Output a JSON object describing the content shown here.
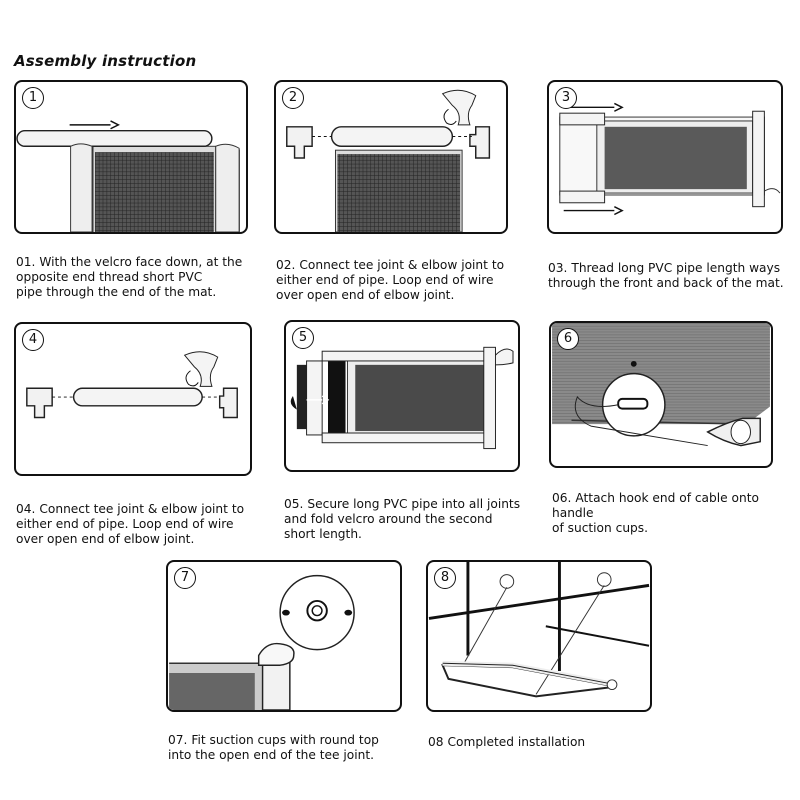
{
  "title": "Assembly instruction",
  "steps": [
    {
      "number": "1",
      "prefix": "01.",
      "caption": "With the velcro face down, at the\nopposite end thread short PVC\npipe through the end of the mat."
    },
    {
      "number": "2",
      "prefix": "02.",
      "caption": "Connect tee joint & elbow joint to\neither end of pipe. Loop end of wire\nover open end of elbow joint."
    },
    {
      "number": "3",
      "prefix": "03.",
      "caption": "Thread long PVC pipe length ways\nthrough the front and back of the mat."
    },
    {
      "number": "4",
      "prefix": "04.",
      "caption": "Connect tee joint & elbow joint to\neither end of pipe. Loop end of wire\nover open end of elbow joint."
    },
    {
      "number": "5",
      "prefix": "05.",
      "caption": "Secure long PVC pipe into all joints\nand fold velcro around the second\nshort length."
    },
    {
      "number": "6",
      "prefix": "06.",
      "caption": "Attach hook end of cable onto handle\nof suction cups."
    },
    {
      "number": "7",
      "prefix": "07.",
      "caption": "Fit suction cups with round top\ninto the open end of the tee joint."
    },
    {
      "number": "8",
      "prefix": "08",
      "caption": "Completed installation"
    }
  ]
}
